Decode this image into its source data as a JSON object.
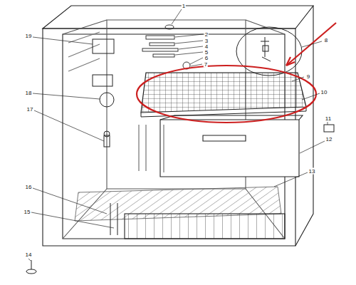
{
  "diagram": {
    "labels": [
      "1",
      "2",
      "3",
      "4",
      "5",
      "6",
      "7",
      "8",
      "9",
      "10",
      "11",
      "12",
      "13",
      "14",
      "15",
      "16",
      "17",
      "18",
      "19"
    ]
  }
}
